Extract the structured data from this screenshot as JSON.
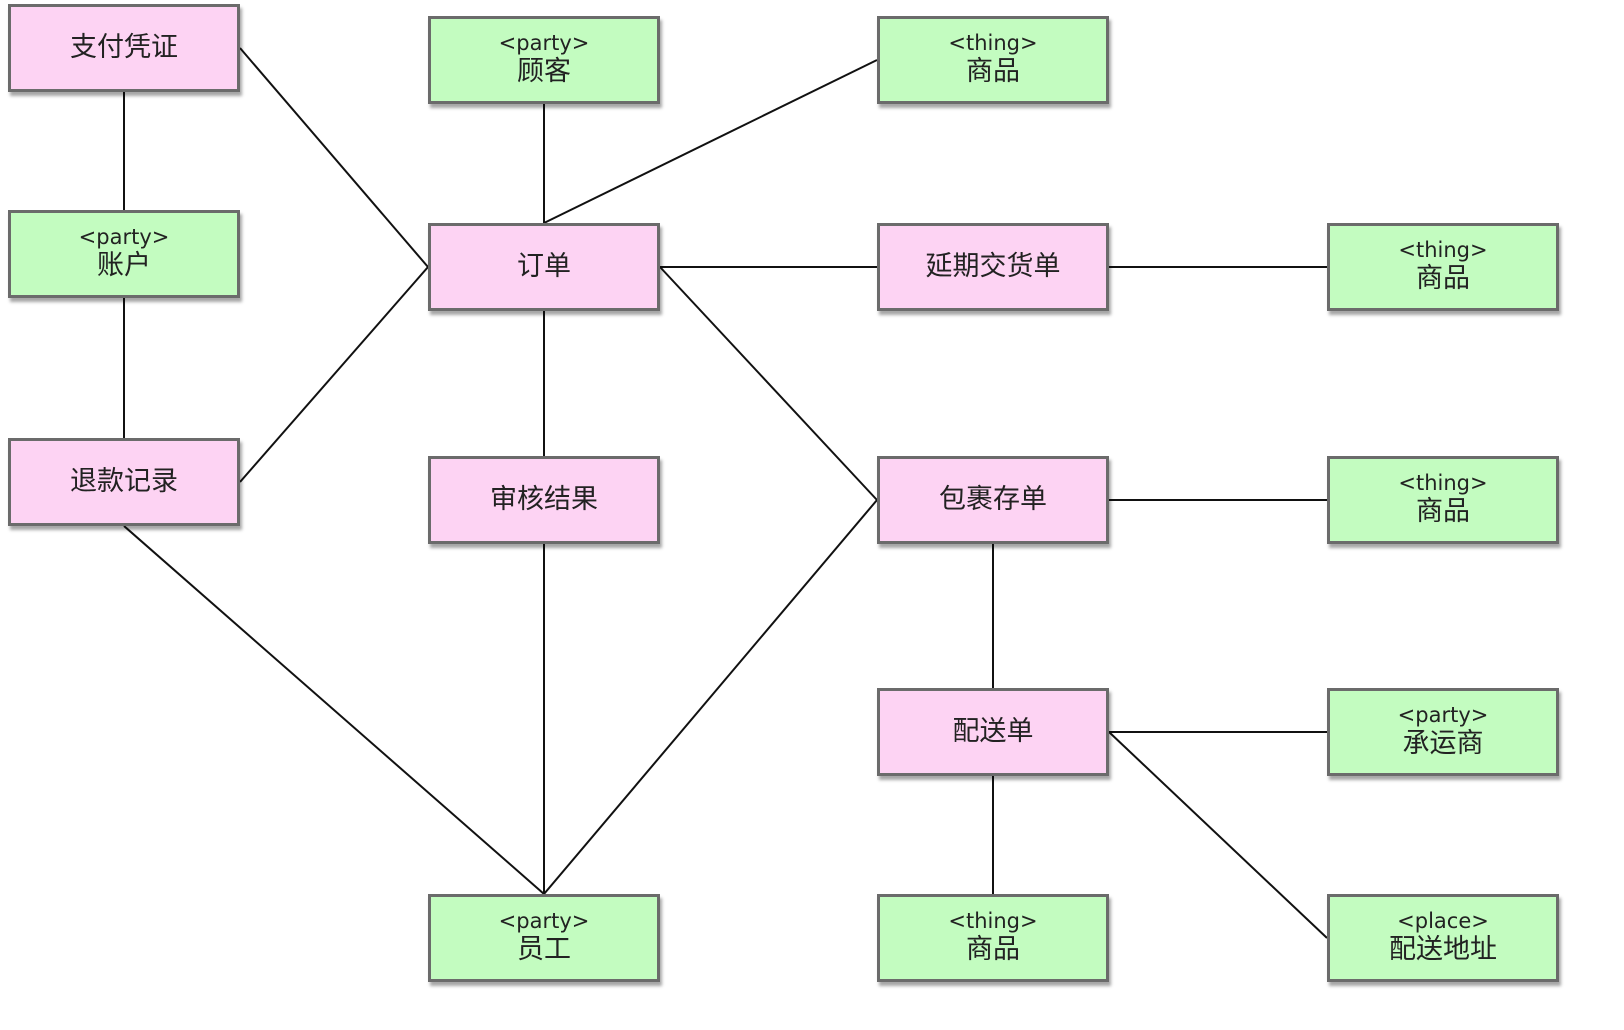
{
  "colors": {
    "moment_interval_fill": "#fdd3f3",
    "role_fill": "#c3fcc0",
    "border": "#6b6b6b",
    "line": "#111111"
  },
  "nodes": [
    {
      "id": "payment",
      "kind": "moment",
      "name": "支付凭证"
    },
    {
      "id": "customer",
      "kind": "role",
      "stereotype": "<party>",
      "name": "顾客"
    },
    {
      "id": "goods_top",
      "kind": "role",
      "stereotype": "<thing>",
      "name": "商品"
    },
    {
      "id": "account",
      "kind": "role",
      "stereotype": "<party>",
      "name": "账户"
    },
    {
      "id": "order",
      "kind": "moment",
      "name": "订单"
    },
    {
      "id": "backorder",
      "kind": "moment",
      "name": "延期交货单"
    },
    {
      "id": "goods_backorder",
      "kind": "role",
      "stereotype": "<thing>",
      "name": "商品"
    },
    {
      "id": "refund",
      "kind": "moment",
      "name": "退款记录"
    },
    {
      "id": "review",
      "kind": "moment",
      "name": "审核结果"
    },
    {
      "id": "package",
      "kind": "moment",
      "name": "包裹存单"
    },
    {
      "id": "goods_package",
      "kind": "role",
      "stereotype": "<thing>",
      "name": "商品"
    },
    {
      "id": "delivery",
      "kind": "moment",
      "name": "配送单"
    },
    {
      "id": "carrier",
      "kind": "role",
      "stereotype": "<party>",
      "name": "承运商"
    },
    {
      "id": "employee",
      "kind": "role",
      "stereotype": "<party>",
      "name": "员工"
    },
    {
      "id": "goods_delivery",
      "kind": "role",
      "stereotype": "<thing>",
      "name": "商品"
    },
    {
      "id": "address",
      "kind": "role",
      "stereotype": "<place>",
      "name": "配送地址"
    }
  ],
  "edges": [
    [
      "payment",
      "account"
    ],
    [
      "account",
      "refund"
    ],
    [
      "payment",
      "order"
    ],
    [
      "refund",
      "order"
    ],
    [
      "refund",
      "employee"
    ],
    [
      "customer",
      "order"
    ],
    [
      "goods_top",
      "order"
    ],
    [
      "order",
      "backorder"
    ],
    [
      "backorder",
      "goods_backorder"
    ],
    [
      "order",
      "review"
    ],
    [
      "order",
      "package"
    ],
    [
      "review",
      "employee"
    ],
    [
      "package",
      "employee"
    ],
    [
      "package",
      "goods_package"
    ],
    [
      "package",
      "delivery"
    ],
    [
      "delivery",
      "carrier"
    ],
    [
      "delivery",
      "goods_delivery"
    ],
    [
      "delivery",
      "address"
    ]
  ]
}
